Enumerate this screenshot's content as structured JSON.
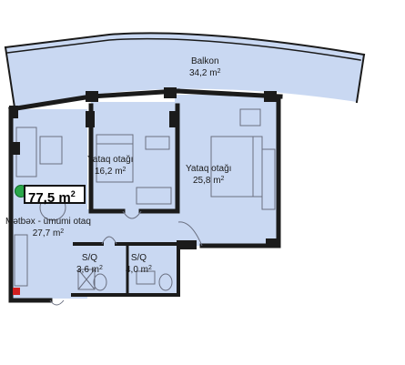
{
  "plan": {
    "total_area": "77,5 m",
    "total_area_unit_exp": "2",
    "colors": {
      "floor": "#c9d8f2",
      "wall": "#1b1b1b",
      "furniture": "#6a6f80",
      "marker_green": "#2aa84a",
      "marker_red": "#d21f1f"
    },
    "rooms": [
      {
        "id": "balkon",
        "name": "Balkon",
        "area": "34,2 m",
        "exp": "2"
      },
      {
        "id": "yataq1",
        "name": "Yataq otağı",
        "area": "16,2 m",
        "exp": "2"
      },
      {
        "id": "yataq2",
        "name": "Yataq otağı",
        "area": "25,8 m",
        "exp": "2"
      },
      {
        "id": "metbex",
        "name": "Mətbəx - ümumi otaq",
        "area": "27,7 m",
        "exp": "2"
      },
      {
        "id": "sq1",
        "name": "S/Q",
        "area": "3,6 m",
        "exp": "2"
      },
      {
        "id": "sq2",
        "name": "S/Q",
        "area": "4,0 m",
        "exp": "2"
      }
    ]
  }
}
